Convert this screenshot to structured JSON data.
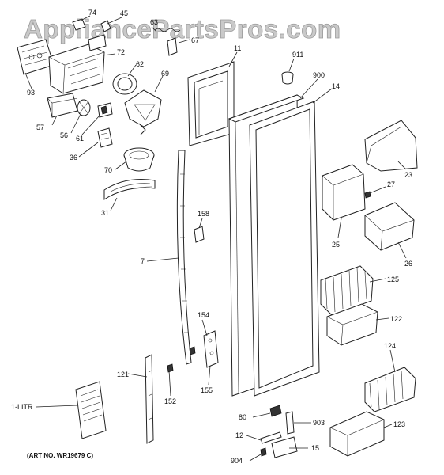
{
  "watermark": "AppliancePartsPros.com",
  "art_number": "(ART NO. WR19679 C)",
  "callouts": {
    "p74": "74",
    "p45": "45",
    "p63": "63",
    "p67": "67",
    "p72": "72",
    "p62": "62",
    "p93": "93",
    "p69": "69",
    "p57": "57",
    "p56": "56",
    "p61": "61",
    "p36": "36",
    "p70": "70",
    "p31": "31",
    "p11": "11",
    "p911": "911",
    "p900": "900",
    "p14": "14",
    "p23": "23",
    "p27": "27",
    "p25": "25",
    "p26": "26",
    "p158": "158",
    "p7": "7",
    "p125": "125",
    "p122": "122",
    "p154": "154",
    "p124": "124",
    "p121": "121",
    "p155": "155",
    "p152": "152",
    "p1litr": "1-LITR.",
    "p80": "80",
    "p903": "903",
    "p123": "123",
    "p12": "12",
    "p904": "904",
    "p15": "15"
  }
}
